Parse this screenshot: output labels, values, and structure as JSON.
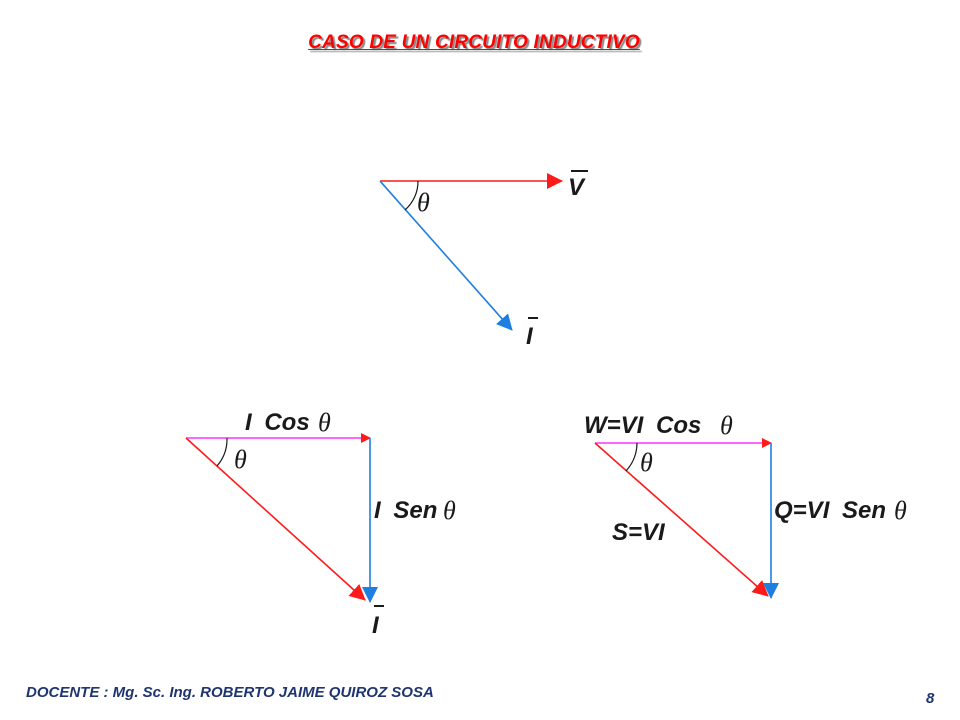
{
  "title": "CASO DE UN CIRCUITO INDUCTIVO",
  "colors": {
    "title": "#ff0000",
    "red_vector": "#ff1a1a",
    "blue_vector": "#1f7fe0",
    "magenta_vector": "#ff33ff",
    "text": "#1a1a1a",
    "footer": "#1f3570"
  },
  "phasor_diagram": {
    "voltage_label": "V",
    "current_label": "I",
    "angle_label": "θ"
  },
  "current_triangle": {
    "cos_prefix": "I",
    "cos_label": "Cos",
    "sen_prefix": "I",
    "sen_label": "Sen",
    "angle_label": "θ",
    "current_label": "I"
  },
  "power_triangle": {
    "active_prefix": "W=VI",
    "active_label": "Cos",
    "reactive_prefix": "Q=VI",
    "reactive_label": "Sen",
    "apparent_label": "S=VI",
    "angle_label": "θ"
  },
  "footer": {
    "docente": "DOCENTE : Mg. Sc. Ing. ROBERTO JAIME QUIROZ SOSA",
    "page_number": "8"
  }
}
